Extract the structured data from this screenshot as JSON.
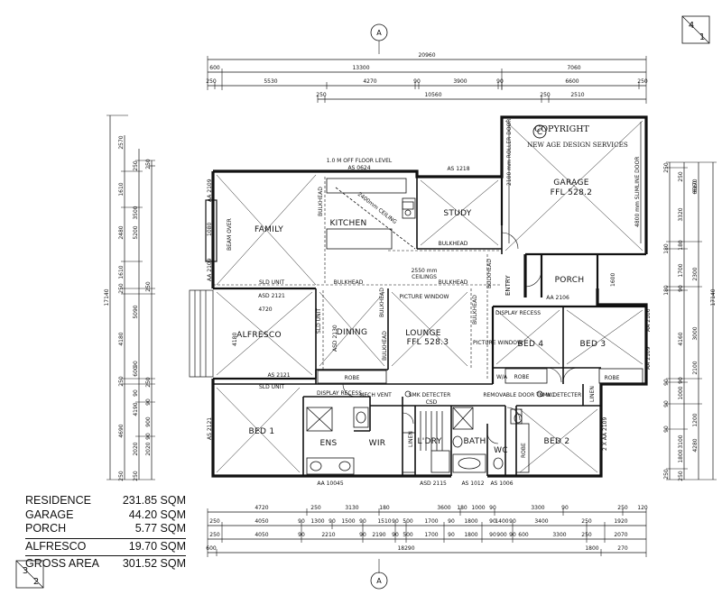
{
  "rooms": {
    "family": "FAMILY",
    "kitchen": "KITCHEN",
    "study": "STUDY",
    "garage": "GARAGE",
    "garage_ffl": "FFL 528.2",
    "porch": "PORCH",
    "alfresco": "ALFRESCO",
    "dining": "DINING",
    "lounge": "LOUNGE",
    "lounge_ffl": "FFL 528.3",
    "bed1": "BED 1",
    "bed2": "BED 2",
    "bed3": "BED 3",
    "bed4": "BED 4",
    "ens": "ENS",
    "wir": "WIR",
    "ldry": "L'DRY",
    "bath": "BATH",
    "wc": "WC",
    "entry": "ENTRY"
  },
  "notes": {
    "off_floor": "1.0 M OFF FLOOR LEVEL",
    "as0624": "AS 0624",
    "as1218": "AS 1218",
    "as2109_fam": "AA 2109",
    "ceiling_kitchen": "2400mm CEILING",
    "bulkhead": "BULKHEAD",
    "sld_unit": "SLD UNIT",
    "asd2121": "ASD 2121",
    "asd2130": "ASD 2130",
    "as2121": "AS 2121",
    "ceiling_2550": "2550 mm",
    "ceilings": "CEILINGS",
    "picture_window": "PICTURE WINDOW",
    "display_recess": "DISPLAY RECESS",
    "robe": "ROBE",
    "linen": "LINEN",
    "csd": "CSD",
    "mech_vent": "MECH VENT",
    "smk_detecter": "SMK DETECTER",
    "removable_door": "REMOVABLE DOOR TO WC",
    "aa10045": "AA 10045",
    "asd2115": "ASD 2115",
    "as1012": "AS 1012",
    "as1006": "AS 1006",
    "as2106": "AA 2106",
    "as2109_b3": "AA 2109",
    "beam_over": "BEAM OVER",
    "roller_door": "2100 mm ROLLER DOOR",
    "panel_door": "4800 mm SLIMLINE DOOR",
    "aa2106_porch": "AA 2106",
    "two_aa2109": "2 X AA 2109",
    "as2121_bed1": "AS 2121",
    "dim_4720": "4720",
    "dim_4180": "4180",
    "dim_1080": "1080",
    "dim_1600": "1600",
    "wa": "W/A"
  },
  "top_dims": {
    "row1": [
      "20960"
    ],
    "row2": [
      "600",
      "13300",
      "7060"
    ],
    "row3": [
      "250",
      "5530",
      "4270",
      "90",
      "3900",
      "90",
      "6600",
      "250"
    ],
    "row4": [
      "250",
      "10560",
      "250",
      "2510"
    ]
  },
  "bottom_dims": {
    "row1": [
      "4720",
      "250",
      "3130",
      "180",
      "3600",
      "180",
      "1000",
      "90",
      "3300",
      "90",
      "250",
      "120"
    ],
    "row2": [
      "250",
      "4050",
      "90",
      "1300",
      "90",
      "1500",
      "90",
      "1510",
      "90",
      "500",
      "1700",
      "90",
      "1800",
      "90",
      "1400",
      "90",
      "3400",
      "250",
      "1920"
    ],
    "row3": [
      "250",
      "4050",
      "90",
      "2210",
      "90",
      "2190",
      "90",
      "500",
      "1700",
      "90",
      "1800",
      "90",
      "900",
      "90",
      "600",
      "3300",
      "250",
      "2070"
    ],
    "row4": [
      "600",
      "18290",
      "1800",
      "270"
    ]
  },
  "left_dims": {
    "total": "17140",
    "col1": [
      "2570",
      "1610",
      "2480",
      "1610",
      "250",
      "4180",
      "250",
      "4690",
      "250"
    ],
    "col2": [
      "250",
      "3500",
      "5200",
      "5090",
      "90",
      "600",
      "4190",
      "90",
      "2020",
      "250"
    ],
    "col3": [
      "250",
      "250",
      "250",
      "90",
      "900",
      "2020",
      "90"
    ]
  },
  "right_dims": {
    "total": "17140",
    "col1": [
      "250",
      "3320",
      "180",
      "1700",
      "90",
      "4160",
      "90",
      "1000",
      "3100",
      "1800",
      "250"
    ],
    "col2": [
      "6170",
      "6660",
      "2300",
      "3000",
      "2100",
      "1200",
      "4280"
    ],
    "col3": [
      "250",
      "180",
      "180",
      "90",
      "90",
      "90",
      "250"
    ]
  },
  "markers": {
    "north": "A",
    "south": "A",
    "top_right_num": "4",
    "top_right_den": "1",
    "bottom_left_num": "3",
    "bottom_left_den": "2"
  },
  "copyright": {
    "symbol": "C",
    "line1": "COPYRIGHT",
    "line2": "NEW AGE DESIGN SERVICES"
  },
  "schedule": [
    {
      "label": "RESIDENCE",
      "value": "231.85 SQM"
    },
    {
      "label": "GARAGE",
      "value": "44.20 SQM"
    },
    {
      "label": "PORCH",
      "value": "5.77 SQM"
    },
    {
      "label": "ALFRESCO",
      "value": "19.70 SQM"
    },
    {
      "label": "GROSS AREA",
      "value": "301.52 SQM"
    }
  ]
}
